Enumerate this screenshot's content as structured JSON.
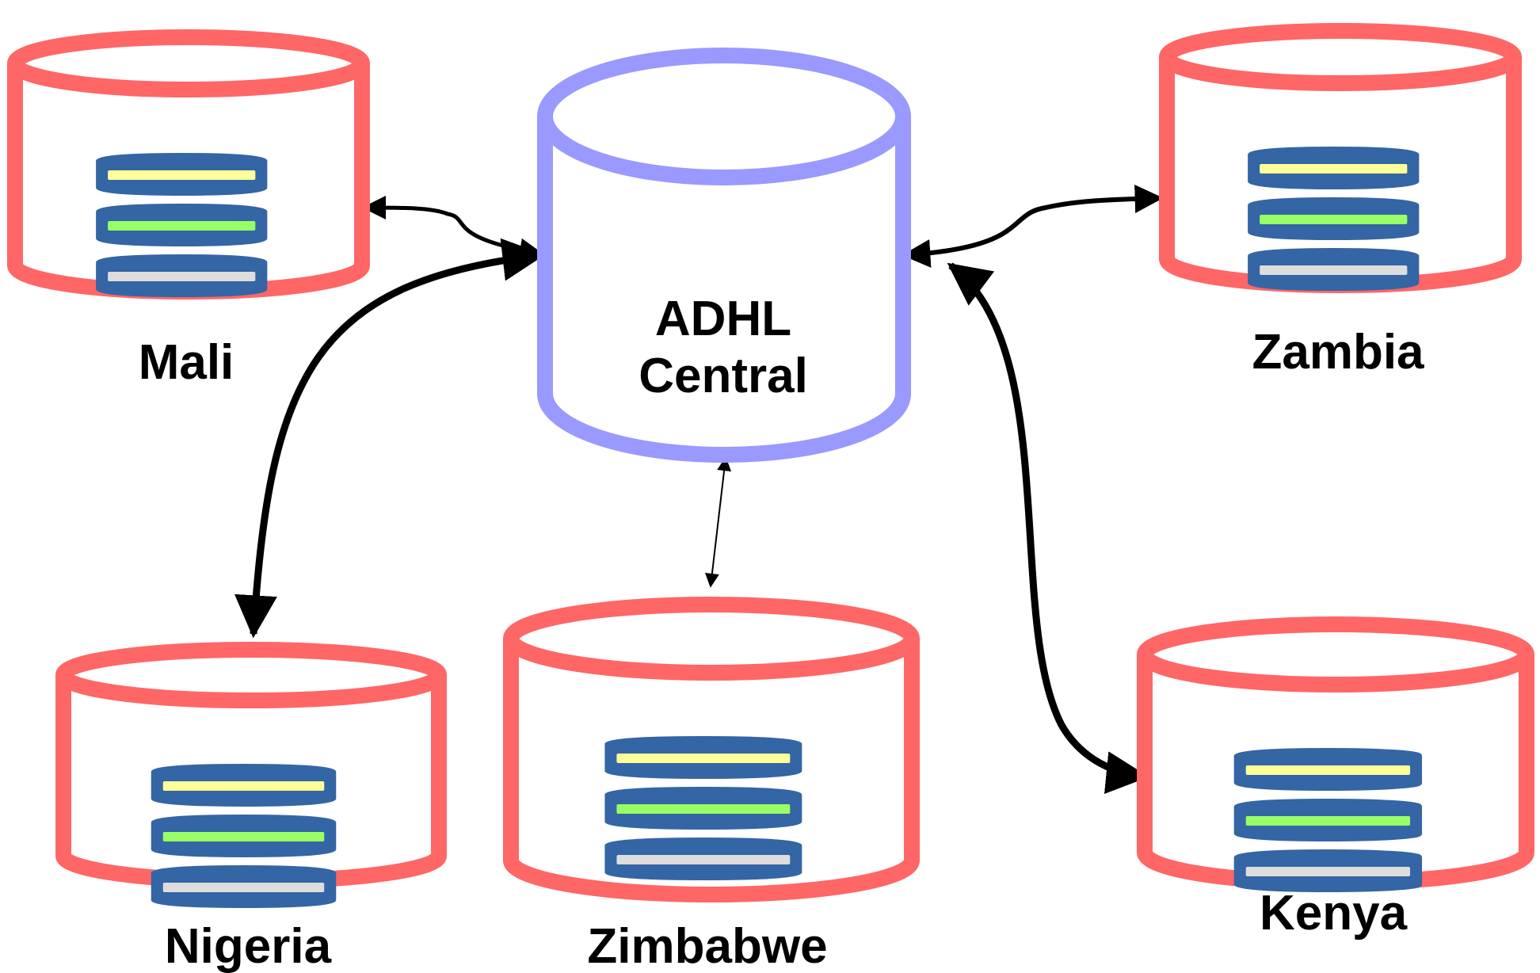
{
  "central": {
    "lines": [
      "ADHL",
      "Central"
    ],
    "color": "#9999ff"
  },
  "nodes": [
    {
      "id": "mali",
      "label": "Mali"
    },
    {
      "id": "zambia",
      "label": "Zambia"
    },
    {
      "id": "nigeria",
      "label": "Nigeria"
    },
    {
      "id": "zimbabwe",
      "label": "Zimbabwe"
    },
    {
      "id": "kenya",
      "label": "Kenya"
    }
  ],
  "connections": [
    {
      "from": "ADHL Central",
      "to": "Mali",
      "bidirectional": true
    },
    {
      "from": "ADHL Central",
      "to": "Nigeria",
      "bidirectional": true
    },
    {
      "from": "ADHL Central",
      "to": "Zimbabwe",
      "bidirectional": true
    },
    {
      "from": "ADHL Central",
      "to": "Zambia",
      "bidirectional": true
    },
    {
      "from": "ADHL Central",
      "to": "Kenya",
      "bidirectional": true
    }
  ],
  "colors": {
    "node_outline": "#ff6666",
    "central_outline": "#9999ff",
    "disk_outline": "#3465a4",
    "disk_stripe_1": "#ffff99",
    "disk_stripe_2": "#99ff66",
    "disk_stripe_3": "#dddddd",
    "arrow": "#000000"
  },
  "icons": {
    "node": "database-cylinder-icon",
    "disk_stack": "disk-stack-icon"
  }
}
